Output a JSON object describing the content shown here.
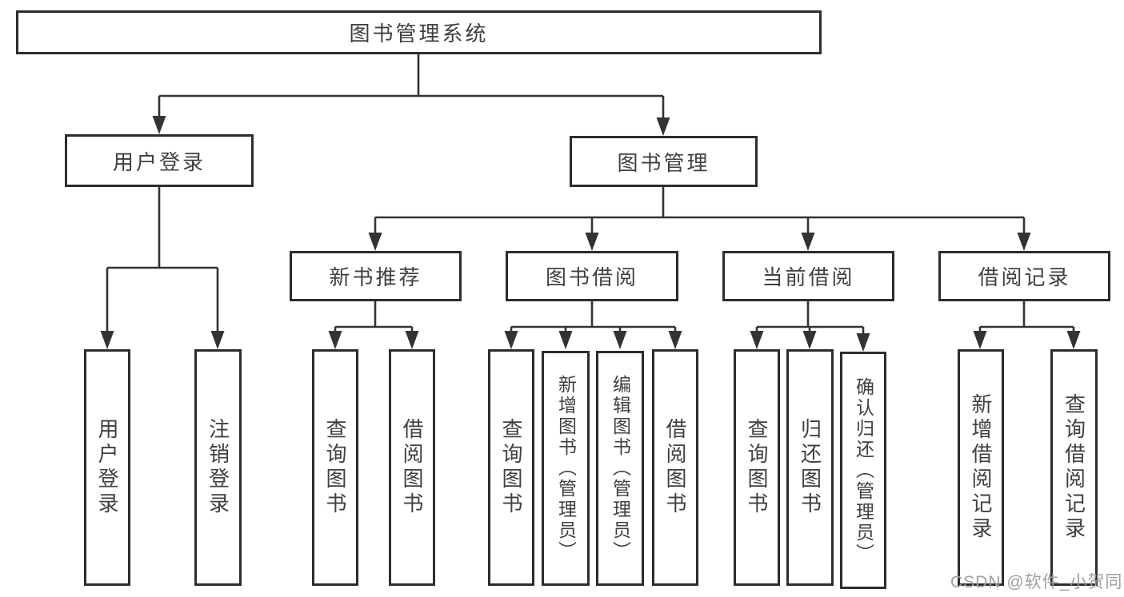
{
  "diagram": {
    "root": {
      "label": "图书管理系统"
    },
    "level2": [
      {
        "label": "用户登录"
      },
      {
        "label": "图书管理"
      }
    ],
    "level3": [
      {
        "label": "新书推荐"
      },
      {
        "label": "图书借阅"
      },
      {
        "label": "当前借阅"
      },
      {
        "label": "借阅记录"
      }
    ],
    "leaves": {
      "user_login": [
        "用户登录",
        "注销登录"
      ],
      "new_book": [
        "查询图书",
        "借阅图书"
      ],
      "book_borrow": [
        "查询图书",
        "新增图书（管理员）",
        "编辑图书（管理员）",
        "借阅图书"
      ],
      "current_borrow": [
        "查询图书",
        "归还图书",
        "确认归还（管理员）"
      ],
      "borrow_record": [
        "新增借阅记录",
        "查询借阅记录"
      ]
    }
  },
  "watermark": {
    "text": "CSDN @软件_小贺同学"
  },
  "colors": {
    "line": "#333333",
    "box_border": "#2d2d2d",
    "text": "#404040",
    "watermark": "#a0a0a0",
    "background": "#ffffff"
  }
}
